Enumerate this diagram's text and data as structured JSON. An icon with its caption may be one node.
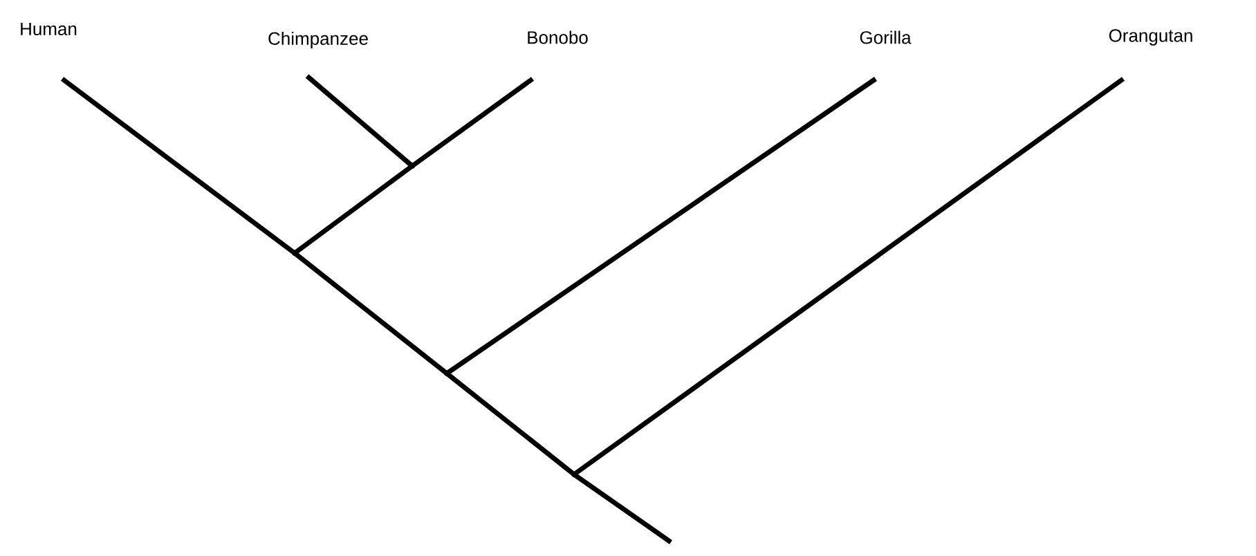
{
  "diagram": {
    "nodes": [
      {
        "text": [
          "Human"
        ]
      },
      {
        "text": [
          "Chimpanzee"
        ]
      },
      {
        "text": [
          "Bonobo"
        ]
      },
      {
        "text": [
          "Gorilla"
        ]
      },
      {
        "text": [
          "Orangutan"
        ]
      },
      {
        "text": [],
        "shape": "point"
      },
      {
        "text": [],
        "shape": "point"
      },
      {
        "text": [],
        "shape": "point"
      },
      {
        "text": [],
        "shape": "point"
      }
    ],
    "edges": [
      {
        "from": 1,
        "to": 5,
        "arrow": "none"
      },
      {
        "from": 2,
        "to": 5,
        "arrow": "none"
      },
      {
        "from": 5,
        "to": 6,
        "arrow": "none"
      },
      {
        "from": 0,
        "to": 6,
        "arrow": "none"
      },
      {
        "from": 6,
        "to": 7,
        "arrow": "none"
      },
      {
        "from": 3,
        "to": 7,
        "arrow": "none"
      },
      {
        "from": 7,
        "to": 8,
        "arrow": "none"
      },
      {
        "from": 4,
        "to": 8,
        "arrow": "none"
      },
      {
        "from": 8,
        "to": null,
        "arrow": "none"
      }
    ]
  }
}
